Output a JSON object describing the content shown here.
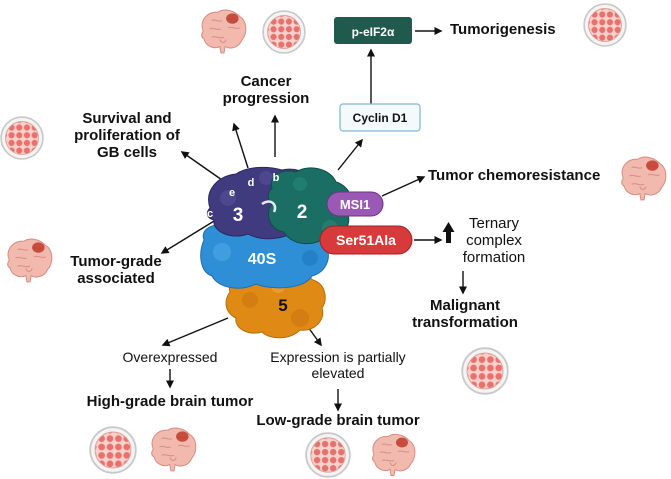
{
  "molecule": {
    "sub_b": "b",
    "sub_c": "c",
    "sub_d": "d",
    "sub_e": "e",
    "sub_3": "3",
    "sub_2": "2",
    "sub_40s": "40S",
    "sub_5": "5"
  },
  "boxes": {
    "peif2a": "p-eIF2α",
    "cyclin": "Cyclin D1",
    "msi1": "MSI1",
    "ser51": "Ser51Ala"
  },
  "labels": {
    "tumorigenesis": "Tumorigenesis",
    "cancer_progression": "Cancer progression",
    "survival": "Survival and proliferation of GB cells",
    "chemoresistance": "Tumor chemoresistance",
    "ternary": "Ternary complex formation",
    "malignant": "Malignant transformation",
    "tumor_grade": "Tumor-grade associated",
    "overexpressed": "Overexpressed",
    "high_grade": "High-grade brain tumor",
    "expression_partial": "Expression is partially elevated",
    "low_grade": "Low-grade brain tumor"
  },
  "colors": {
    "peif2a_box": "#1f5a4c",
    "cyclin_box_border": "#7fb6d6",
    "msi1_box": "#9b59b6",
    "ser51_box": "#d63a3a",
    "subunit_3": "#3f3b7e",
    "subunit_2": "#1a6e63",
    "subunit_40s": "#2f8fd6",
    "subunit_5": "#e08a16",
    "brain": "#f2b9ae",
    "cells": "#e8716e"
  },
  "icons": [
    "brain-icon",
    "cell-dish-icon",
    "up-arrow-icon"
  ]
}
